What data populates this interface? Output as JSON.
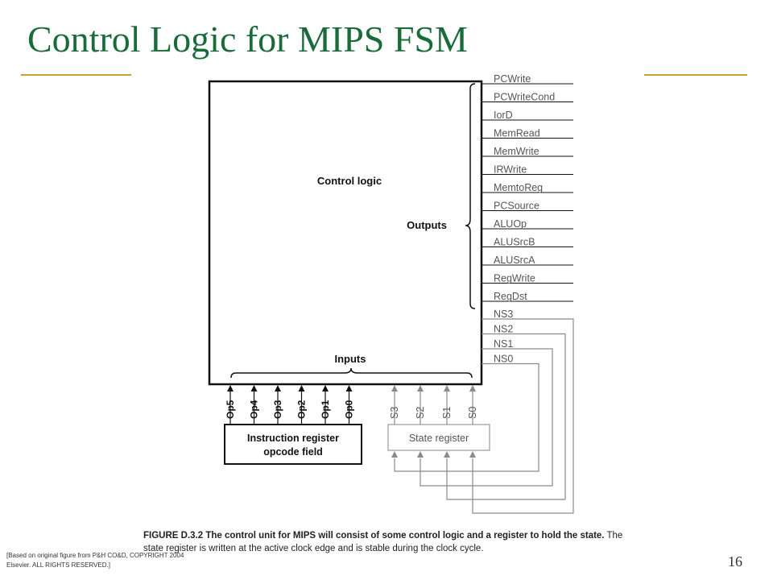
{
  "slide": {
    "title": "Control Logic for MIPS FSM",
    "page_number": "16",
    "source_note": "[Based on original figure from P&H CO&D, COPYRIGHT 2004 Elsevier. ALL RIGHTS RESERVED.]"
  },
  "colors": {
    "title": "#1a6b3a",
    "rule": "#c8a02a",
    "ink": "#111111",
    "state_lines": "#8a8a8a"
  },
  "figure": {
    "control_block_label": "Control logic",
    "outputs_label": "Outputs",
    "inputs_label": "Inputs",
    "outputs": [
      "PCWrite",
      "PCWriteCond",
      "IorD",
      "MemRead",
      "MemWrite",
      "IRWrite",
      "MemtoReg",
      "PCSource",
      "ALUOp",
      "ALUSrcB",
      "ALUSrcA",
      "RegWrite",
      "RegDst"
    ],
    "next_state": [
      "NS3",
      "NS2",
      "NS1",
      "NS0"
    ],
    "opcode_inputs": [
      "Op5",
      "Op4",
      "Op3",
      "Op2",
      "Op1",
      "Op0"
    ],
    "state_inputs": [
      "S3",
      "S2",
      "S1",
      "S0"
    ],
    "instruction_register_lines": [
      "Instruction register",
      "opcode field"
    ],
    "state_register_label": "State register",
    "caption_lead": "FIGURE D.3.2   The control unit for MIPS will consist of some control logic and a register to hold the state.",
    "caption_rest": " The state register is written at the active clock edge and is stable during the clock cycle."
  }
}
